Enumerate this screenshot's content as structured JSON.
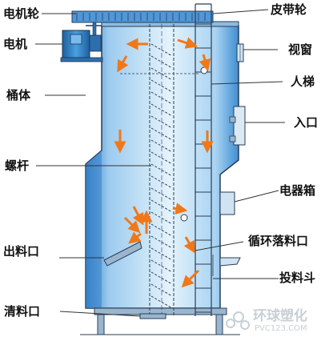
{
  "labels": {
    "motor_pulley": "电机轮",
    "belt_pulley": "皮带轮",
    "motor": "电机",
    "window": "视窗",
    "barrel": "桶体",
    "ladder": "人梯",
    "inlet": "入口",
    "screw": "螺杆",
    "electric_box": "电器箱",
    "outlet": "出料口",
    "recycle_outlet": "循环落料口",
    "hopper": "投料斗",
    "cleanout": "清料口"
  },
  "watermark": {
    "brand": "环球塑化",
    "url": "PVC123.COM"
  },
  "colors": {
    "body_light": "#cfe8f8",
    "body_dark": "#3e8ed2",
    "outline": "#2a3d55",
    "arrow": "#f07818",
    "leader": "#333333"
  }
}
